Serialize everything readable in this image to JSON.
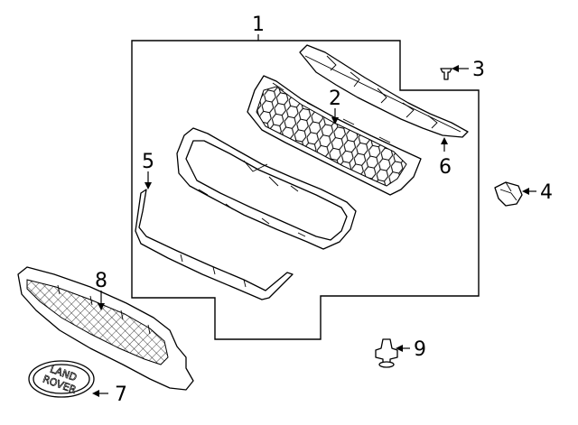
{
  "callouts": {
    "c1": "1",
    "c2": "2",
    "c3": "3",
    "c4": "4",
    "c5": "5",
    "c6": "6",
    "c7": "7",
    "c8": "8",
    "c9": "9"
  },
  "badge": {
    "line1": "LAND",
    "line2": "ROVER"
  }
}
